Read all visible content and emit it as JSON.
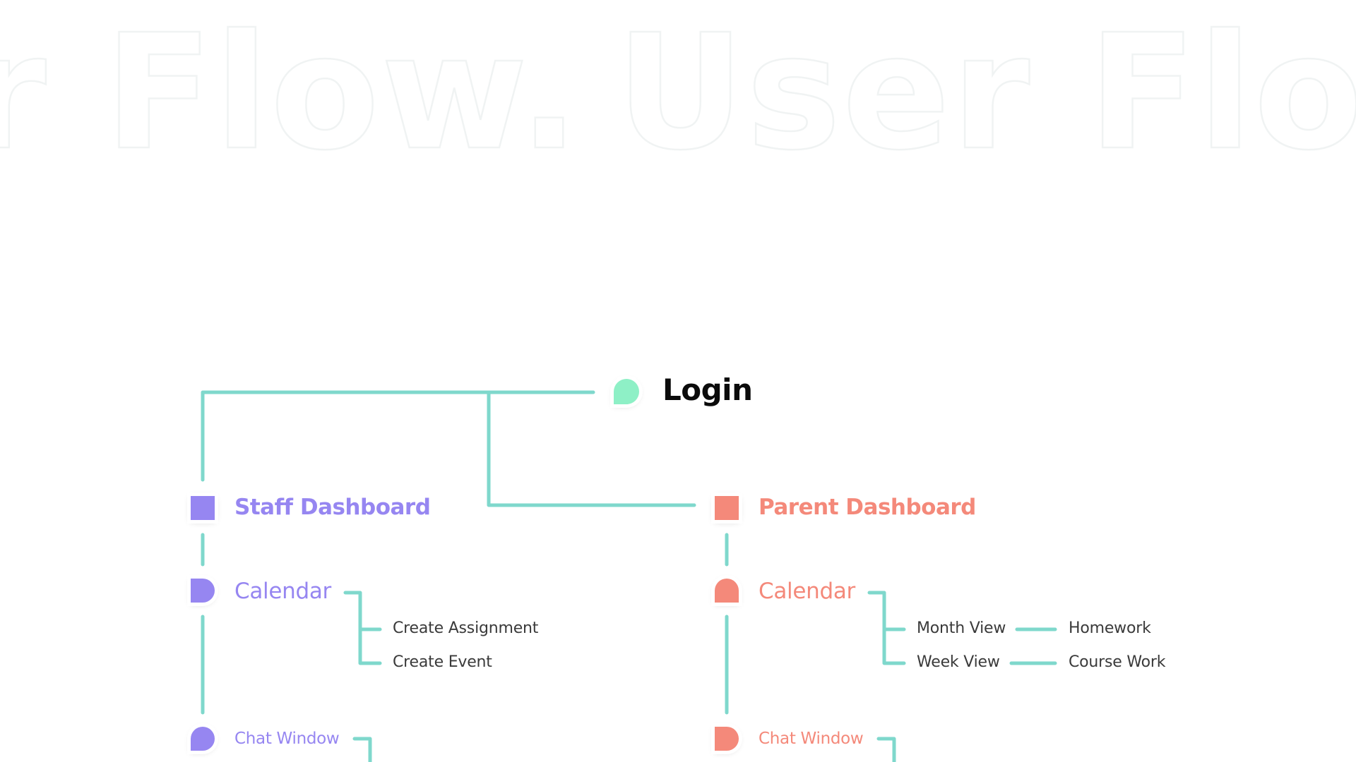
{
  "background": {
    "watermark_left": "er Flow.",
    "watermark_right": "User Flow"
  },
  "colors": {
    "connector": "#7fd8cc",
    "root_node": "#8ef0c6",
    "staff": "#9686f1",
    "parent": "#f4897a",
    "watermark_stroke": "#f0f3f3"
  },
  "flow": {
    "root": {
      "label": "Login",
      "icon": "leaf-node-icon"
    },
    "staff": {
      "dashboard": {
        "label": "Staff Dashboard",
        "icon": "square-node-icon"
      },
      "calendar": {
        "label": "Calendar",
        "icon": "d-node-icon",
        "children": [
          "Create Assignment",
          "Create Event"
        ]
      },
      "chat": {
        "label": "Chat Window",
        "icon": "circle-node-icon"
      }
    },
    "parent": {
      "dashboard": {
        "label": "Parent Dashboard",
        "icon": "square-node-icon"
      },
      "calendar": {
        "label": "Calendar",
        "icon": "dome-node-icon",
        "children": [
          {
            "label": "Month View",
            "next": "Homework"
          },
          {
            "label": "Week View",
            "next": "Course Work"
          }
        ]
      },
      "chat": {
        "label": "Chat Window",
        "icon": "d-node-icon"
      }
    }
  }
}
